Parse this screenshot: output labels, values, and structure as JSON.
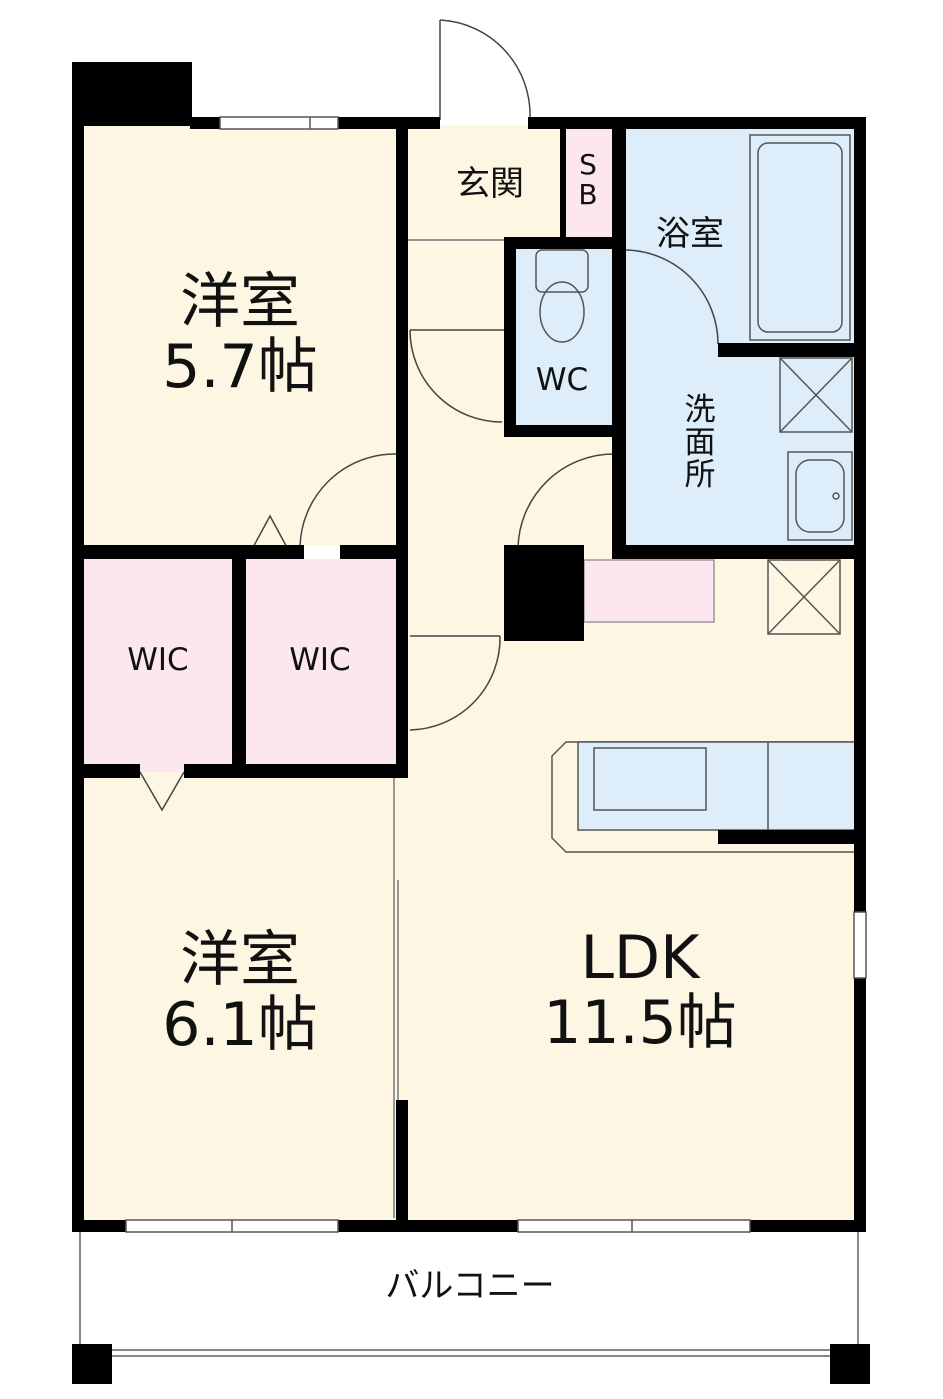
{
  "rooms": {
    "western_room_1": {
      "name": "洋室",
      "size": "5.7帖"
    },
    "western_room_2": {
      "name": "洋室",
      "size": "6.1帖"
    },
    "ldk": {
      "name": "LDK",
      "size": "11.5帖"
    },
    "entrance": "玄関",
    "shoe_box": "SB",
    "bathroom": "浴室",
    "toilet": "WC",
    "washroom": "洗面所",
    "closet_left": "WIC",
    "closet_right": "WIC",
    "balcony": "バルコニー"
  },
  "colors": {
    "room_floor": "#fdf6e3",
    "wet_area": "#ddeefa",
    "closet": "#fce6ef",
    "wall": "#000000"
  }
}
